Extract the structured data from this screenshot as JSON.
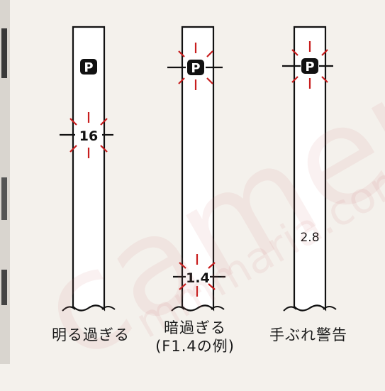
{
  "panels": [
    {
      "display_top": "P",
      "display_value": "16",
      "caption": "明る過ぎる"
    },
    {
      "display_top": "P",
      "display_value": "1.4",
      "caption_line1": "暗過ぎる",
      "caption_line2": "(F1.4の例)"
    },
    {
      "display_top": "P",
      "display_value": "2.8",
      "caption": "手ぶれ警告"
    }
  ],
  "watermark": {
    "main": "camera",
    "sub": "mmmaria.com"
  },
  "colors": {
    "blink": "#c81e1e",
    "ink": "#111111",
    "paper": "#f4f1ec",
    "panel": "#ffffff"
  }
}
